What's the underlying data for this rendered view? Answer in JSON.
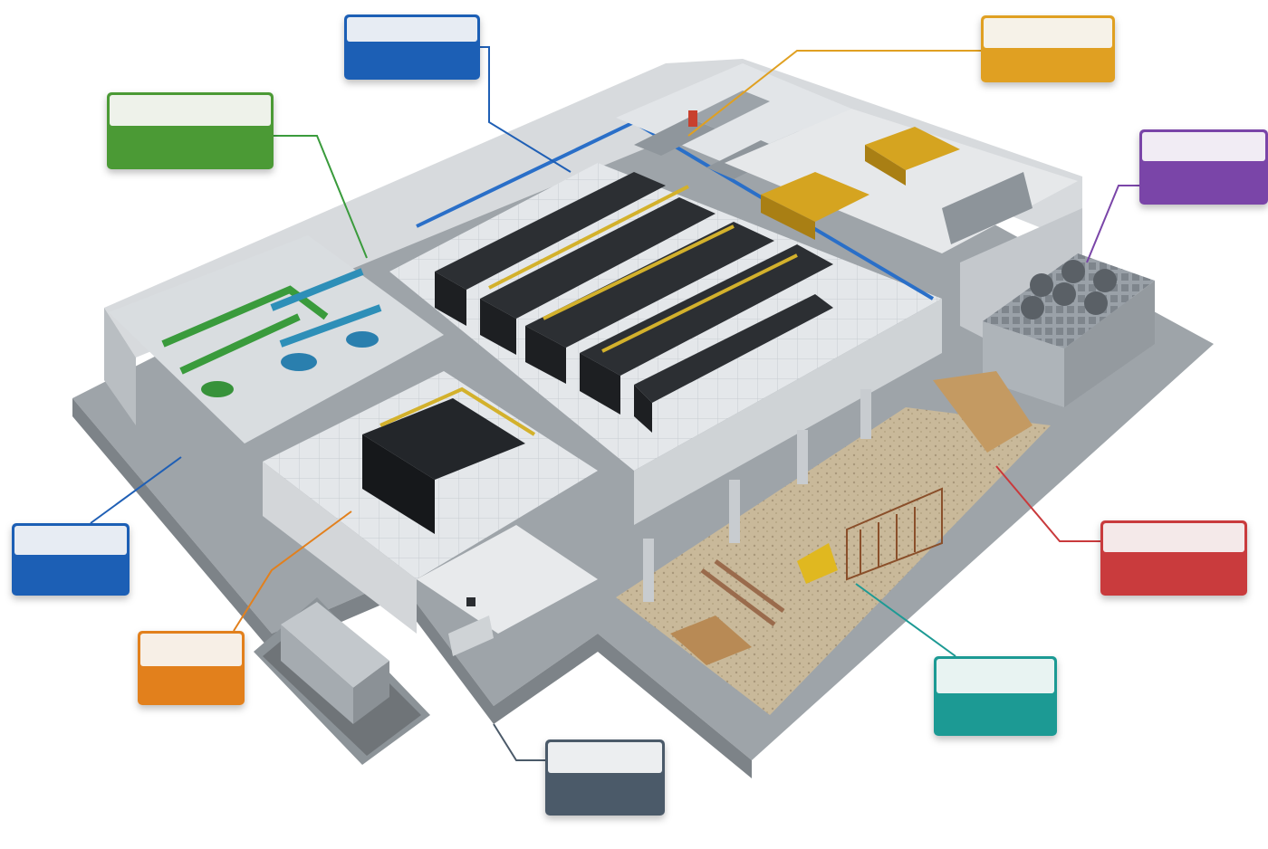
{
  "diagram": {
    "callouts": [
      {
        "id": "callout-blue-top",
        "color": "#1f5fb5",
        "label": ""
      },
      {
        "id": "callout-amber-top",
        "color": "#e0a021",
        "label": ""
      },
      {
        "id": "callout-green",
        "color": "#4c9a36",
        "label": ""
      },
      {
        "id": "callout-purple",
        "color": "#7a45a8",
        "label": ""
      },
      {
        "id": "callout-blue-left",
        "color": "#1f5fb5",
        "label": ""
      },
      {
        "id": "callout-orange",
        "color": "#e2801d",
        "label": ""
      },
      {
        "id": "callout-red",
        "color": "#c93a3c",
        "label": ""
      },
      {
        "id": "callout-teal",
        "color": "#1d9a94",
        "label": ""
      },
      {
        "id": "callout-slate",
        "color": "#4b5a69",
        "label": ""
      }
    ]
  }
}
